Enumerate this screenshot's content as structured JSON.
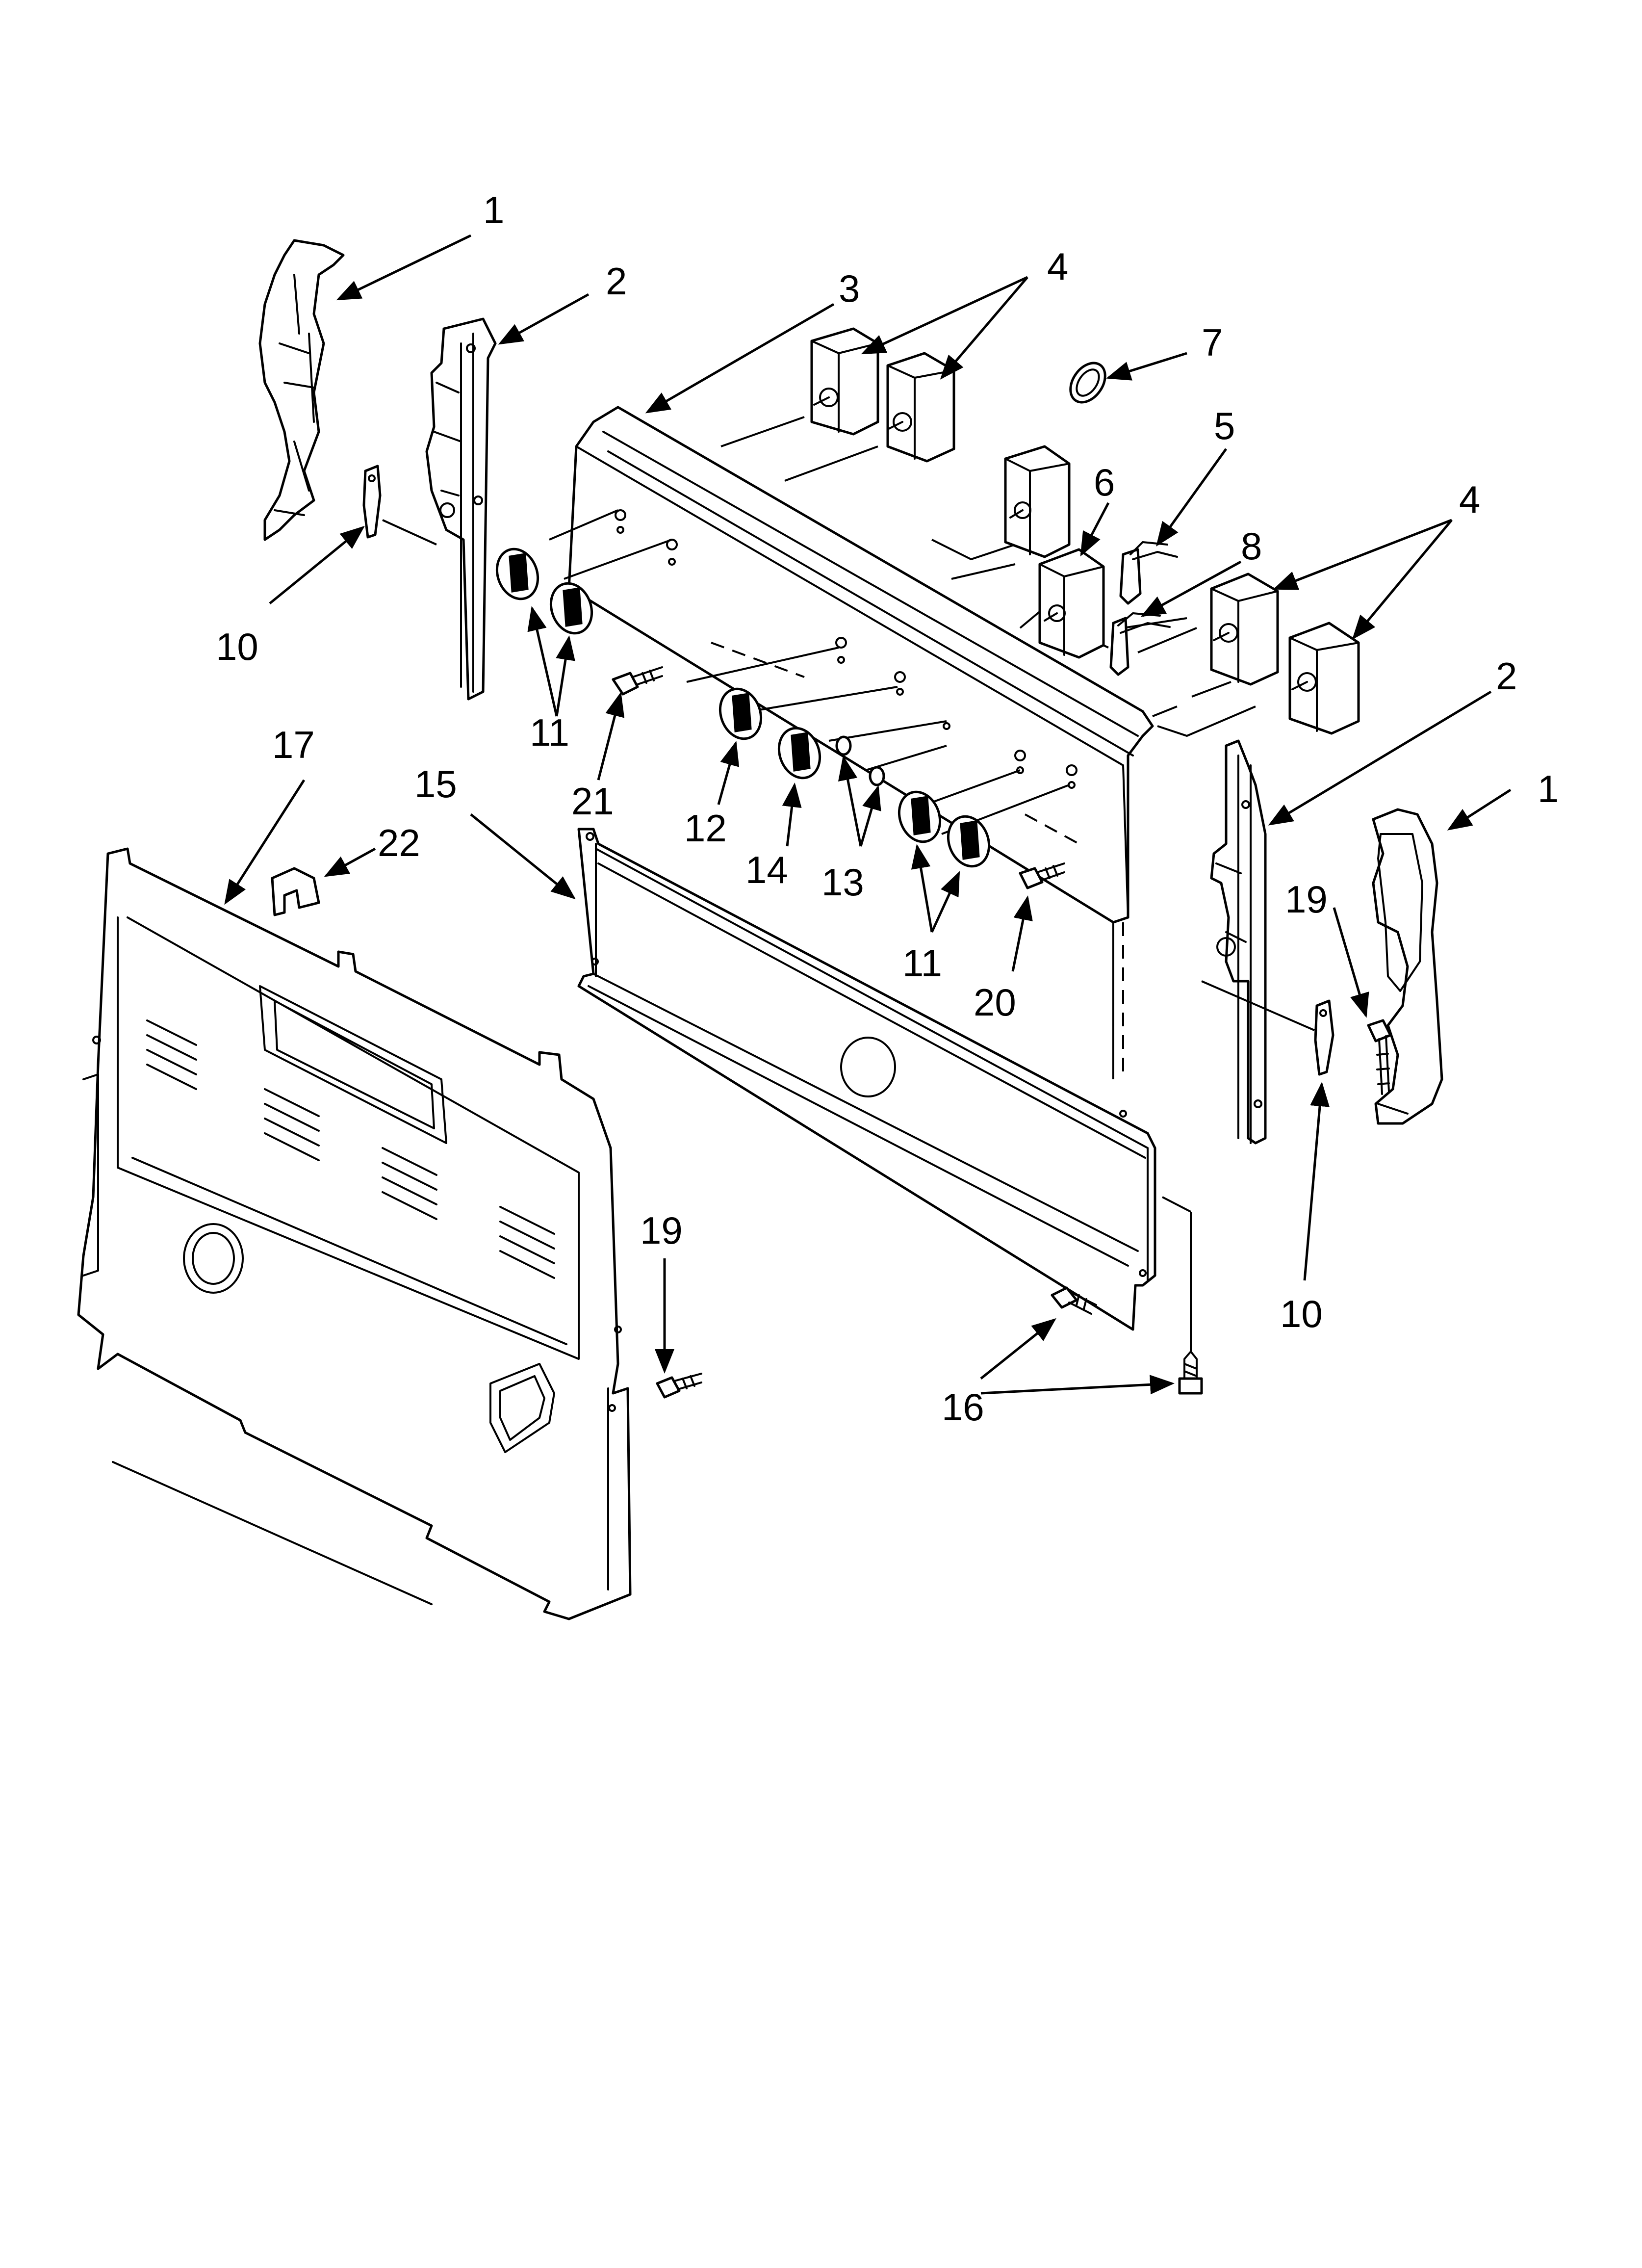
{
  "callouts": [
    {
      "id": "c1a",
      "text": "1"
    },
    {
      "id": "c2a",
      "text": "2"
    },
    {
      "id": "c3",
      "text": "3"
    },
    {
      "id": "c4a",
      "text": "4"
    },
    {
      "id": "c7",
      "text": "7"
    },
    {
      "id": "c5",
      "text": "5"
    },
    {
      "id": "c6",
      "text": "6"
    },
    {
      "id": "c8",
      "text": "8"
    },
    {
      "id": "c4b",
      "text": "4"
    },
    {
      "id": "c10a",
      "text": "10"
    },
    {
      "id": "c11a",
      "text": "11"
    },
    {
      "id": "c21",
      "text": "21"
    },
    {
      "id": "c12",
      "text": "12"
    },
    {
      "id": "c14",
      "text": "14"
    },
    {
      "id": "c13",
      "text": "13"
    },
    {
      "id": "c11b",
      "text": "11"
    },
    {
      "id": "c20",
      "text": "20"
    },
    {
      "id": "c2b",
      "text": "2"
    },
    {
      "id": "c1b",
      "text": "1"
    },
    {
      "id": "c19a",
      "text": "19"
    },
    {
      "id": "c10b",
      "text": "10"
    },
    {
      "id": "c17",
      "text": "17"
    },
    {
      "id": "c22",
      "text": "22"
    },
    {
      "id": "c15",
      "text": "15"
    },
    {
      "id": "c19b",
      "text": "19"
    },
    {
      "id": "c16",
      "text": "16"
    }
  ],
  "colors": {
    "line": "#000000",
    "background": "#ffffff"
  }
}
